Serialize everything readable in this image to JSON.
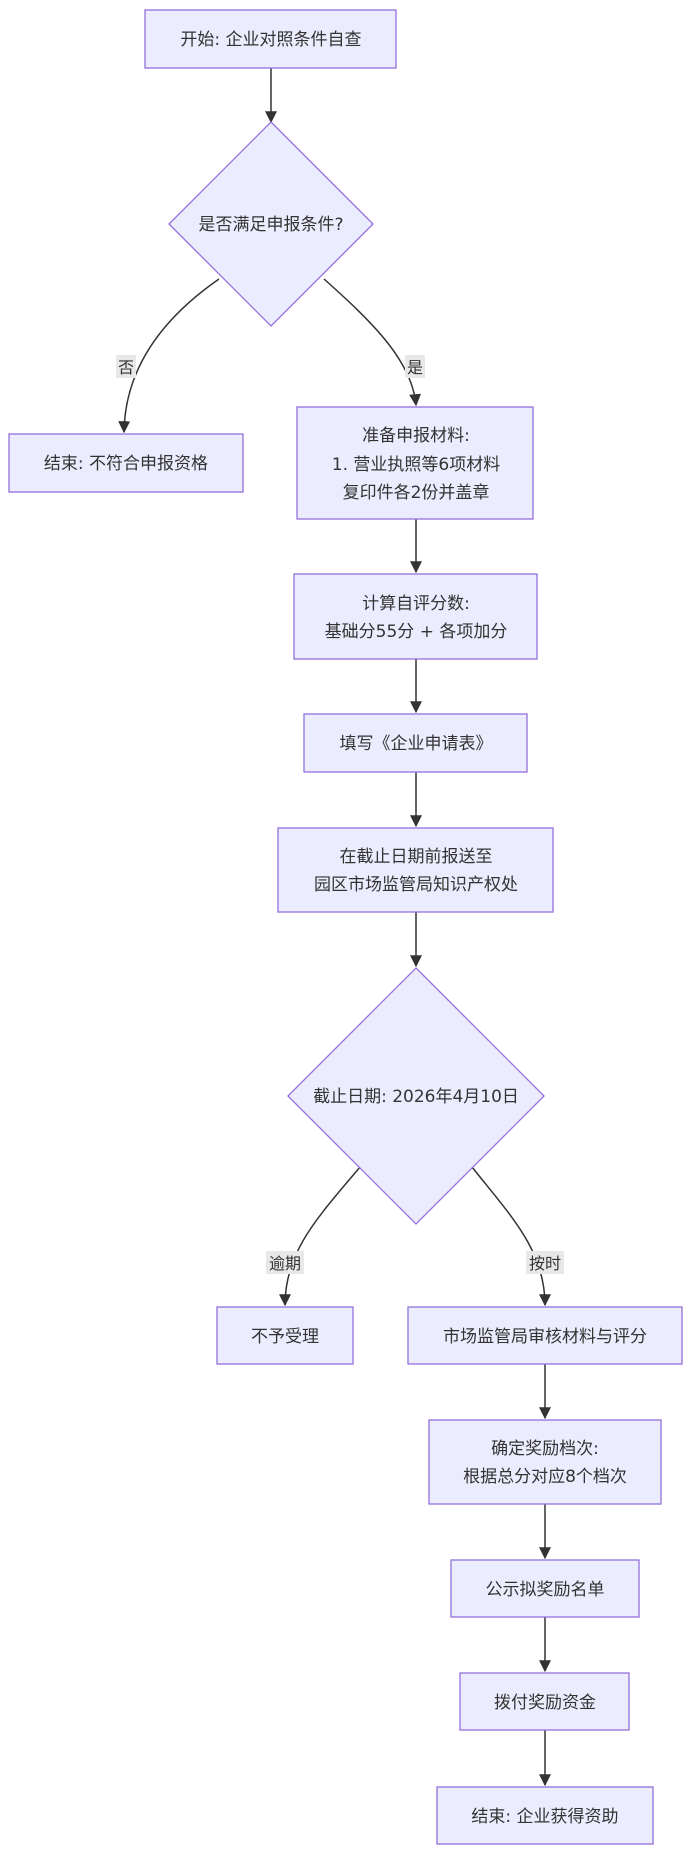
{
  "nodes": {
    "start": "开始: 企业对照条件自查",
    "check_conditions": "是否满足申报条件?",
    "end_ineligible": "结束: 不符合申报资格",
    "prepare_materials": [
      "准备申报材料:",
      "1. 营业执照等6项材料",
      "复印件各2份并盖章"
    ],
    "self_score": [
      "计算自评分数:",
      "基础分55分 + 各项加分"
    ],
    "fill_form": "填写《企业申请表》",
    "submit": [
      "在截止日期前报送至",
      "园区市场监管局知识产权处"
    ],
    "deadline": "截止日期: 2026年4月10日",
    "rejected": "不予受理",
    "review": "市场监管局审核材料与评分",
    "determine_level": [
      "确定奖励档次:",
      "根据总分对应8个档次"
    ],
    "publicize": "公示拟奖励名单",
    "disburse": "拨付奖励资金",
    "end_funded": "结束: 企业获得资助"
  },
  "edges": {
    "no": "否",
    "yes": "是",
    "overdue": "逾期",
    "on_time": "按时"
  },
  "colors": {
    "node_fill": "#ECECFF",
    "node_stroke": "#9370DB",
    "edge": "#333333",
    "label_bg": "#e8e8e8"
  }
}
